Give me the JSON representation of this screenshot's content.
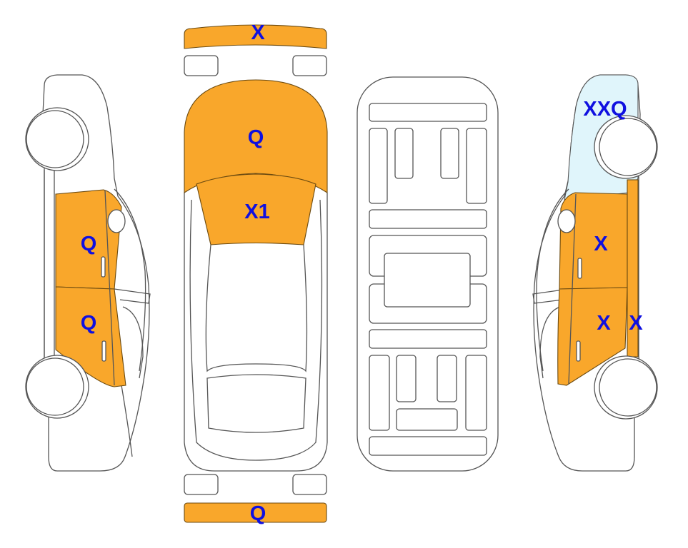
{
  "diagram": {
    "colors": {
      "damaged": "#f9a72b",
      "highlight": "#e0f5fb",
      "label": "#1010e0",
      "outline": "#555555"
    },
    "labels": {
      "front_bumper": "X",
      "hood": "Q",
      "windshield": "X1",
      "rear_bumper": "Q",
      "left_front_door": "Q",
      "left_rear_door": "Q",
      "right_front_fender": "XXQ",
      "right_front_door": "X",
      "right_rear_door": "X",
      "right_sill": "X"
    }
  }
}
